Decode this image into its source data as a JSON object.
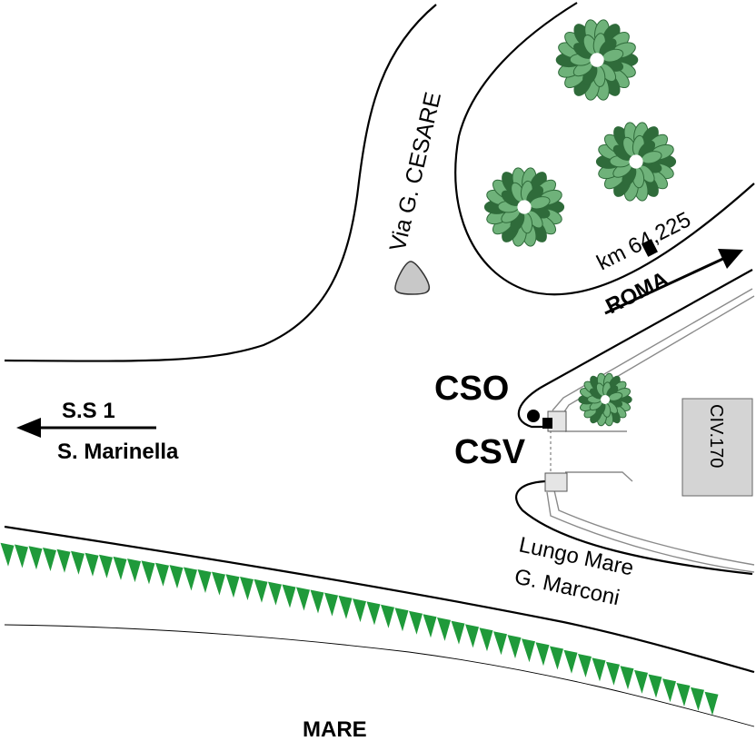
{
  "labels": {
    "via_cesare": "Via G. CESARE",
    "km": "km 64,225",
    "roma": "ROMA",
    "cso": "CSO",
    "csv": "CSV",
    "ss1": "S.S 1",
    "marinella": "S. Marinella",
    "civ": "CIV.170",
    "lungo_mare_1": "Lungo Mare",
    "lungo_mare_2": "G. Marconi",
    "mare": "MARE"
  },
  "colors": {
    "road_line": "#000000",
    "tree_dark": "#2f6b3a",
    "tree_light": "#6fb27a",
    "hedge": "#1f9a3a",
    "marker_gray": "#c8c8c8",
    "civ_box": "#d4d4d4"
  },
  "icons": {
    "tree": "tree-icon",
    "landmark": "triangle-landmark-icon",
    "hedge": "hedge-triangle-icon"
  }
}
